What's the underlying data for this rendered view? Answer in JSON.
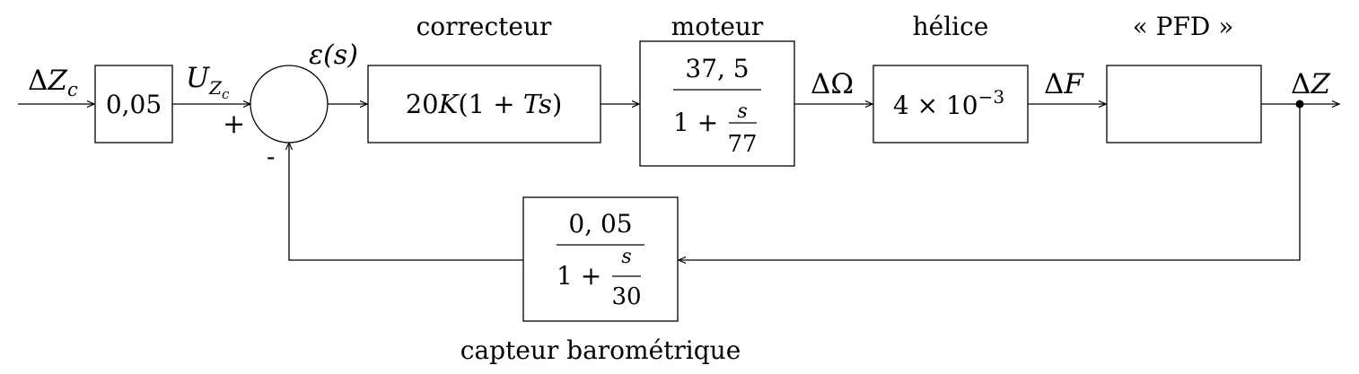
{
  "labels": {
    "correcteur": "correcteur",
    "moteur": "moteur",
    "helice": "hélice",
    "pfd": "« PFD »",
    "capteur": "capteur barométrique"
  },
  "signals": {
    "input_delta": "Δ",
    "input_main": "Z",
    "input_sub": "c",
    "u_main": "U",
    "u_sub1": "Z",
    "u_sub2": "c",
    "epsilon": "ε(s)",
    "plus": "+",
    "minus": "-",
    "delta_omega": "ΔΩ",
    "delta_f_delta": "Δ",
    "delta_f_var": "F",
    "delta_z_delta": "Δ",
    "delta_z_var": "Z"
  },
  "blocks": {
    "gain": "0,05",
    "correcteur_num": "20",
    "correcteur_k": "K",
    "correcteur_paren_open": "(1 + ",
    "correcteur_t": "T",
    "correcteur_s": "s",
    "correcteur_paren_close": ")",
    "moteur_num": "37, 5",
    "moteur_den_prefix": "1 +",
    "moteur_den_s": "s",
    "moteur_den_val": "77",
    "helice_base": "4 × 10",
    "helice_exp": "−3",
    "pfd": "",
    "capteur_num": "0, 05",
    "capteur_den_prefix": "1 +",
    "capteur_den_s": "s",
    "capteur_den_val": "30"
  }
}
